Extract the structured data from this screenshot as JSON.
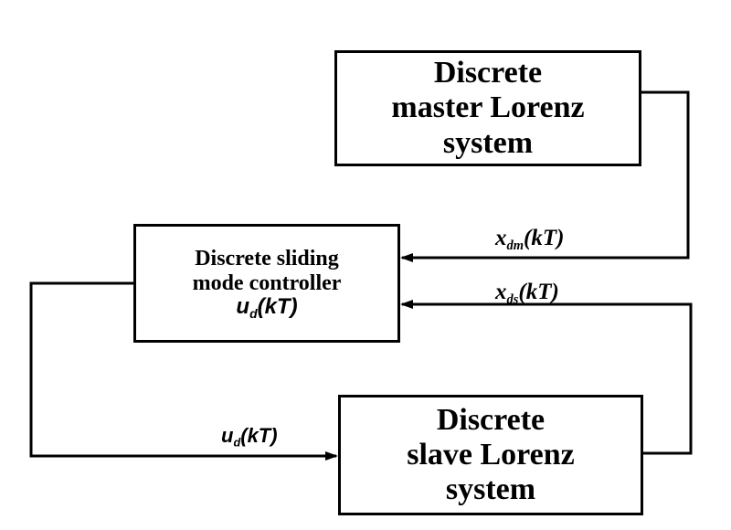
{
  "blocks": {
    "master": {
      "lines": [
        "Discrete",
        "master Lorenz",
        "system"
      ]
    },
    "controller": {
      "lines": [
        "Discrete sliding",
        "mode controller"
      ],
      "signal": {
        "symbol": "u",
        "subscript": "d",
        "argument": "(kT)"
      }
    },
    "slave": {
      "lines": [
        "Discrete",
        "slave Lorenz",
        "system"
      ]
    }
  },
  "signals": {
    "master_output": {
      "symbol": "x",
      "subscript": "dm",
      "argument": "(kT)"
    },
    "slave_output": {
      "symbol": "x",
      "subscript": "ds",
      "argument": "(kT)"
    },
    "control_input": {
      "symbol": "u",
      "subscript": "d",
      "argument": "(kT)"
    }
  }
}
